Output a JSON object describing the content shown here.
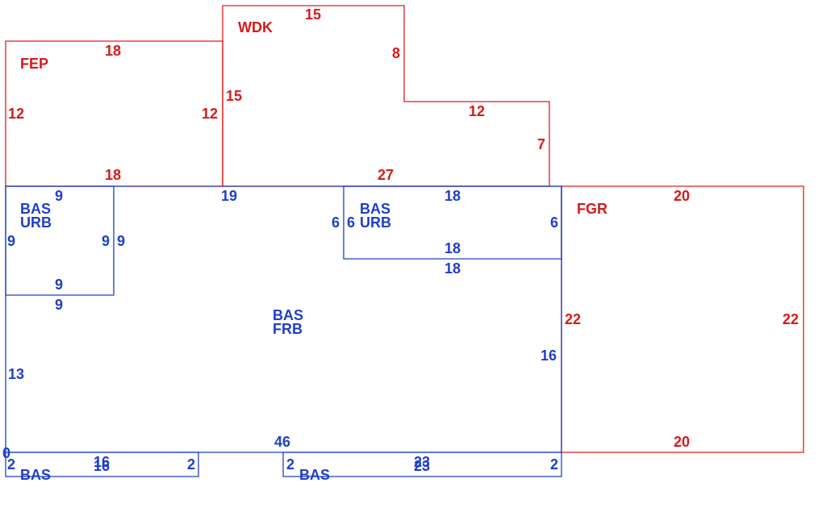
{
  "colors": {
    "red": "#e31a1c",
    "blue": "#1f3fc7"
  },
  "areas": {
    "fep": {
      "code": "FEP",
      "dims": [
        "18",
        "12",
        "12",
        "18"
      ]
    },
    "wdk": {
      "code": "WDK",
      "dims": [
        "15",
        "8",
        "12",
        "7",
        "27",
        "15"
      ]
    },
    "fgr": {
      "code": "FGR",
      "dims": [
        "20",
        "22",
        "22",
        "20"
      ]
    },
    "bas_urb_left": {
      "code1": "BAS",
      "code2": "URB",
      "dims": [
        "9",
        "9",
        "9",
        "9",
        "9",
        "9"
      ]
    },
    "bas_urb_right": {
      "code1": "BAS",
      "code2": "URB",
      "dims": [
        "18",
        "6",
        "6",
        "18",
        "18",
        "6"
      ]
    },
    "bas_frb": {
      "code1": "BAS",
      "code2": "FRB",
      "dims": [
        "19",
        "13",
        "16",
        "46"
      ]
    },
    "bas_bottom_left": {
      "code": "BAS",
      "dims": [
        "16",
        "16",
        "2",
        "2",
        "0"
      ]
    },
    "bas_bottom_right": {
      "code": "BAS",
      "dims": [
        "23",
        "23",
        "2",
        "2"
      ]
    }
  }
}
